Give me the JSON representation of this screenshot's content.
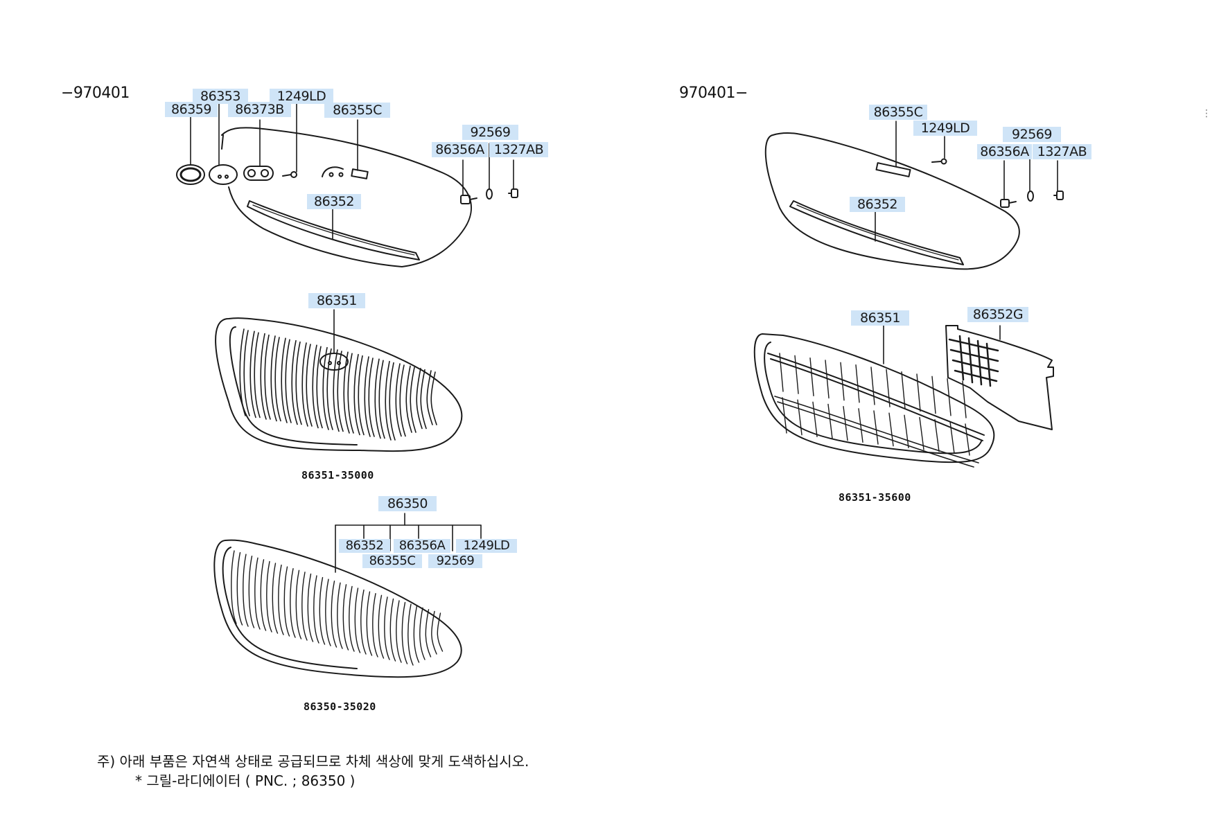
{
  "headers": {
    "left": "−970401",
    "right": "970401−"
  },
  "labels": {
    "l_86353": "86353",
    "l_86359": "86359",
    "l_86373B": "86373B",
    "l_1249LD": "1249LD",
    "l_86355C": "86355C",
    "l_92569": "92569",
    "l_86356A": "86356A",
    "l_1327AB": "1327AB",
    "l_86352": "86352",
    "l_86351": "86351",
    "l_86350": "86350",
    "l_sub_86352": "86352",
    "l_sub_86356A": "86356A",
    "l_sub_1249LD": "1249LD",
    "l_sub_86355C": "86355C",
    "l_sub_92569": "92569",
    "r_86355C": "86355C",
    "r_1249LD": "1249LD",
    "r_92569": "92569",
    "r_86356A": "86356A",
    "r_1327AB": "1327AB",
    "r_86352": "86352",
    "r_86351": "86351",
    "r_86352G": "86352G"
  },
  "part_numbers": {
    "grille_left": "86351-35000",
    "radiator_grille": "86350-35020",
    "grille_right": "86351-35600"
  },
  "note": {
    "line1": "주) 아래 부품은 자연색 상태로 공급되므로 차체 색상에 맞게 도색하십시오.",
    "line2": "* 그릴-라디에이터 ( PNC. ; 86350 )"
  },
  "colors": {
    "label_bg": "#cfe4f7",
    "line": "#1a1a1a"
  }
}
